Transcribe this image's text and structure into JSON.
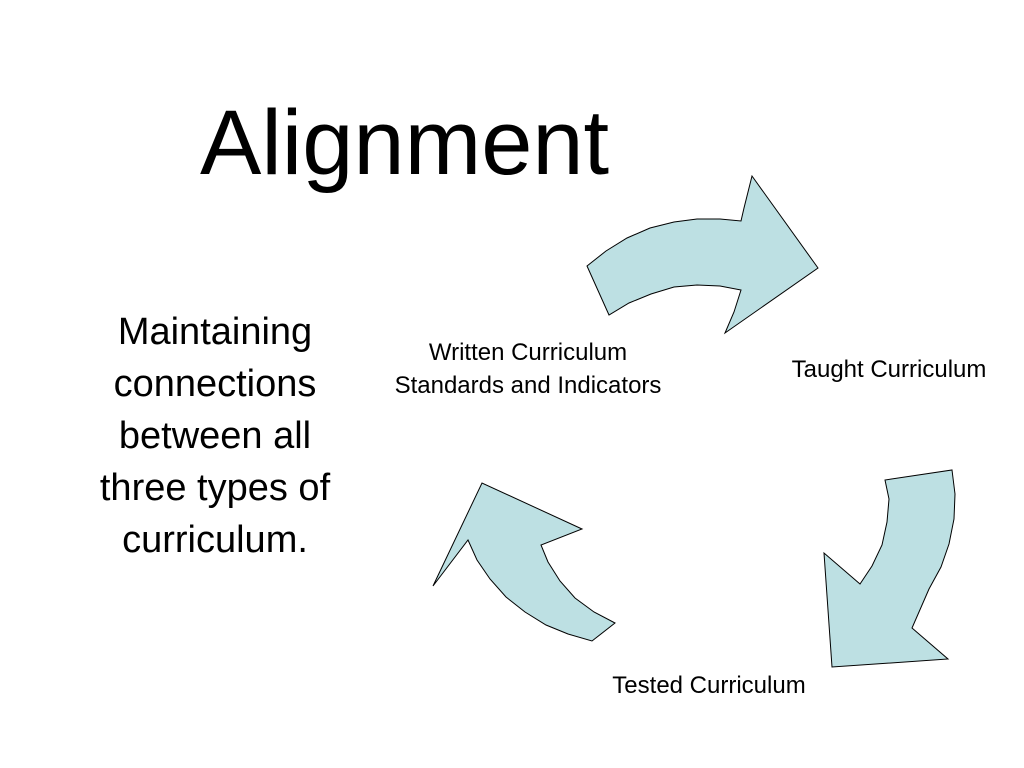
{
  "slide": {
    "title": "Alignment",
    "body_lines": [
      "Maintaining",
      "connections",
      "between all",
      "three types of",
      "curriculum."
    ]
  },
  "cycle": {
    "nodes": {
      "written": {
        "line1": "Written Curriculum",
        "line2": "Standards and Indicators"
      },
      "taught": {
        "label": "Taught Curriculum"
      },
      "tested": {
        "label": "Tested Curriculum"
      }
    },
    "arrows": [
      {
        "from": "written",
        "to": "taught",
        "icon": "curved-arrow-right-icon"
      },
      {
        "from": "taught",
        "to": "tested",
        "icon": "curved-arrow-down-icon"
      },
      {
        "from": "tested",
        "to": "written",
        "icon": "curved-arrow-up-icon"
      }
    ],
    "arrow_fill": "#bde0e3",
    "arrow_stroke": "#000000"
  }
}
